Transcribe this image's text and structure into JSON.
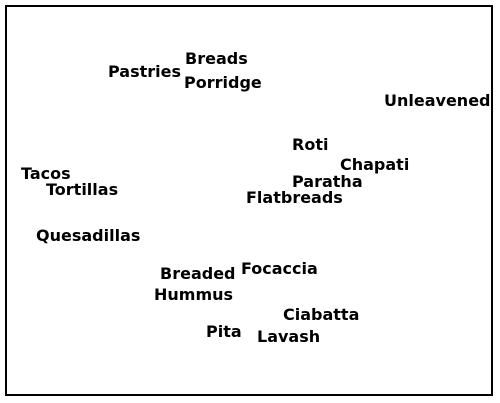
{
  "canvas": {
    "border_color": "#000000",
    "background_color": "#ffffff",
    "text_color": "#000000"
  },
  "words": [
    "Breads",
    "Pastries",
    "Porridge",
    "Unleavened",
    "Roti",
    "Chapati",
    "Tacos",
    "Paratha",
    "Tortillas",
    "Flatbreads",
    "Quesadillas",
    "Focaccia",
    "Breaded",
    "Hummus",
    "Ciabatta",
    "Pita",
    "Lavash"
  ]
}
